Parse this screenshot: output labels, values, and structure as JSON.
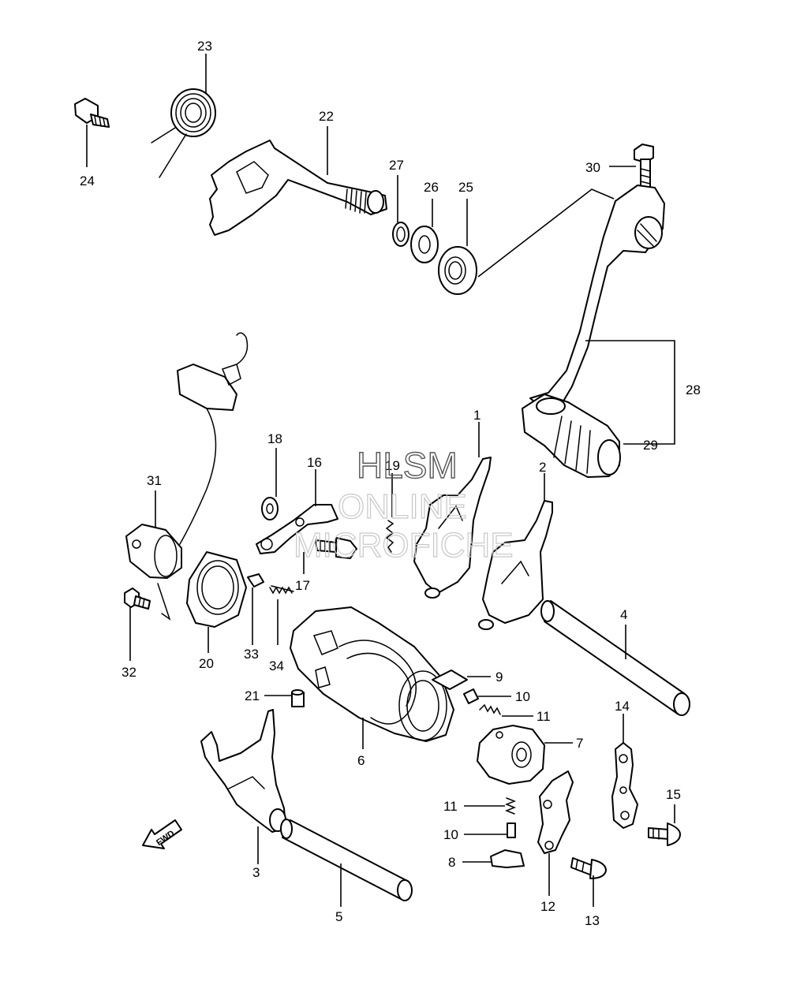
{
  "watermark": {
    "line1": "HLSM",
    "line2": "ONLINE",
    "line3": "MICROFICHE"
  },
  "direction_label": "FWD",
  "callouts": {
    "c1": "1",
    "c2": "2",
    "c3": "3",
    "c4": "4",
    "c5": "5",
    "c6": "6",
    "c7": "7",
    "c8": "8",
    "c9": "9",
    "c10a": "10",
    "c10b": "10",
    "c11a": "11",
    "c11b": "11",
    "c12": "12",
    "c13": "13",
    "c14": "14",
    "c15": "15",
    "c16": "16",
    "c17": "17",
    "c18": "18",
    "c19": "19",
    "c20": "20",
    "c21": "21",
    "c22": "22",
    "c23": "23",
    "c24": "24",
    "c25": "25",
    "c26": "26",
    "c27": "27",
    "c28": "28",
    "c29": "29",
    "c30": "30",
    "c31": "31",
    "c32": "32",
    "c33": "33",
    "c34": "34"
  }
}
